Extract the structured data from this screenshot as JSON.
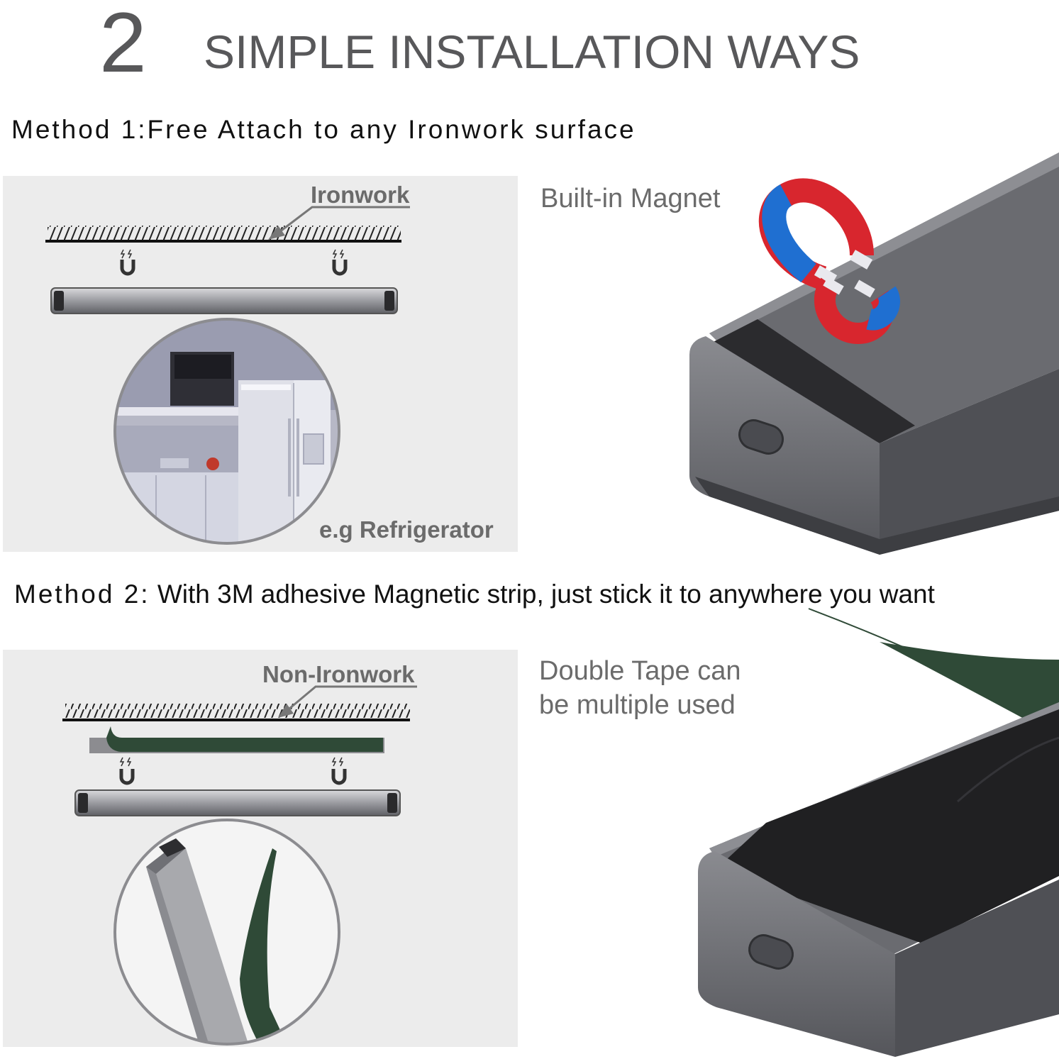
{
  "header": {
    "number": "2",
    "title": "SIMPLE INSTALLATION WAYS"
  },
  "method1": {
    "heading": "Method 1:Free Attach to any Ironwork surface",
    "diagram_label": "Ironwork",
    "example_label": "e.g Refrigerator",
    "caption": "Built-in Magnet"
  },
  "method2": {
    "heading_label": "Method 2:",
    "heading_text": "With 3M adhesive Magnetic strip, just stick it to anywhere you want",
    "diagram_label": "Non-Ironwork",
    "caption_line1": "Double Tape can",
    "caption_line2": "be multiple used"
  },
  "colors": {
    "text_gray": "#58585a",
    "panel_bg": "#ececec",
    "tape_green": "#2f4a37",
    "bar_gray": "#5f6065",
    "magnet_red": "#d8262e",
    "magnet_blue": "#1f6fd1"
  },
  "icons": [
    "magnet-icon",
    "horseshoe-magnet-icon"
  ]
}
